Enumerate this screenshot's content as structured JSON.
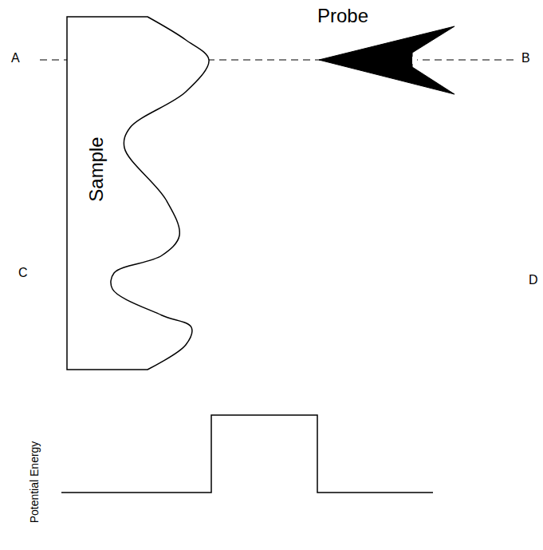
{
  "diagram": {
    "nodes": [
      {
        "text": [
          "Sample"
        ]
      },
      {
        "text": [
          "Probe"
        ]
      }
    ],
    "labels": [
      "A",
      "B",
      "C",
      "D",
      "Potential Energy"
    ]
  }
}
